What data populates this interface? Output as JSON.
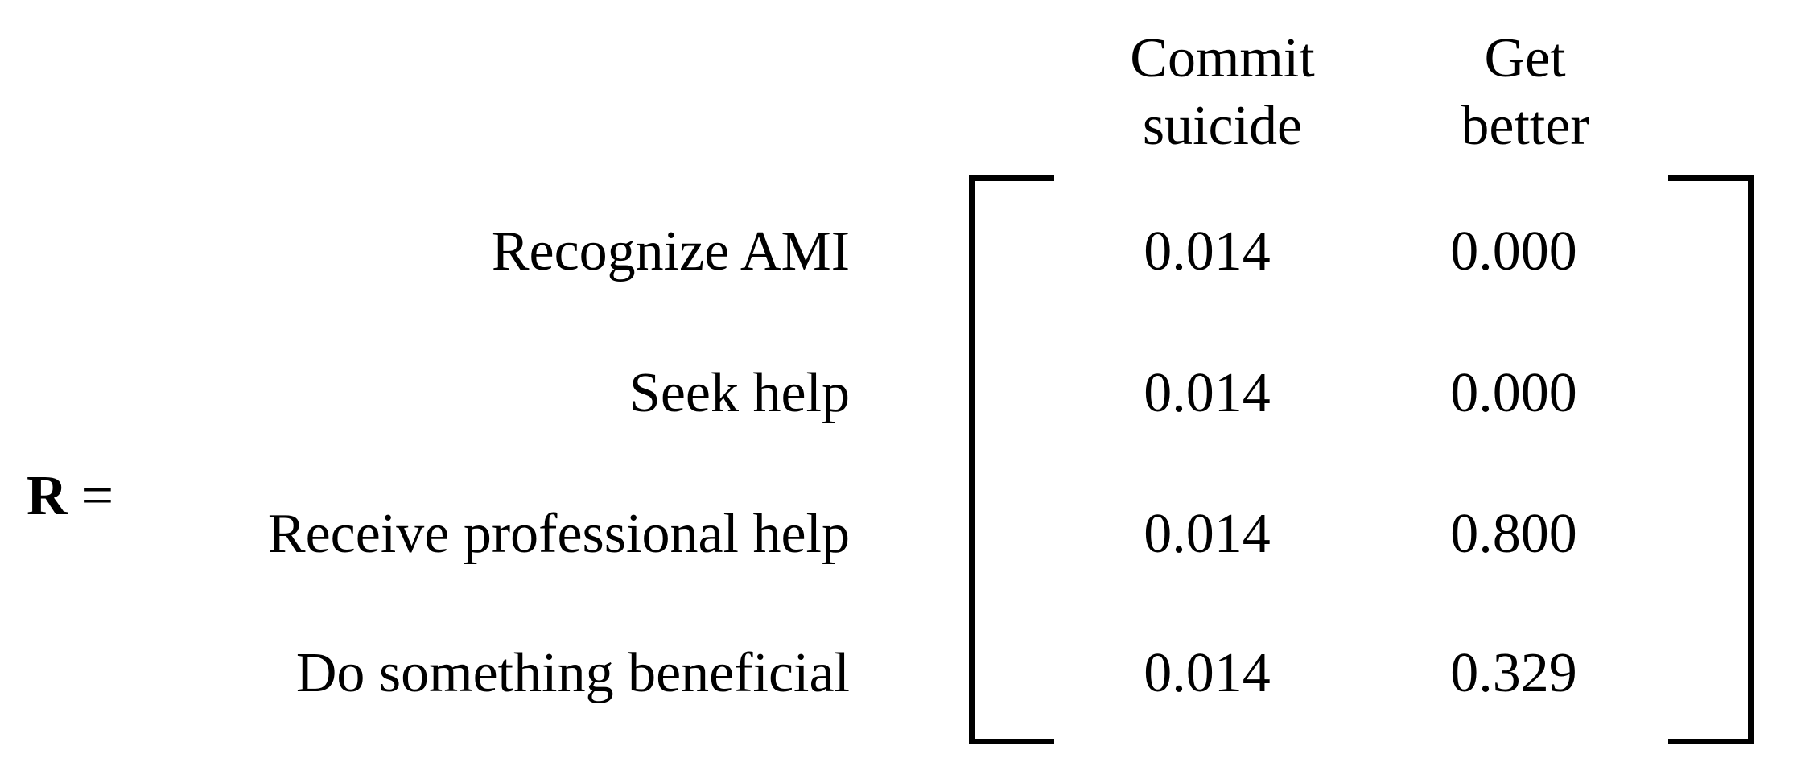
{
  "figure": {
    "type": "matrix-equation",
    "equation_symbol": "R",
    "equals_sign": "=",
    "matrix": {
      "column_headers": [
        {
          "line1": "Commit",
          "line2": "suicide"
        },
        {
          "line1": "Get",
          "line2": "better"
        }
      ],
      "rows": [
        {
          "label": "Recognize AMI",
          "values": [
            "0.014",
            "0.000"
          ]
        },
        {
          "label": "Seek help",
          "values": [
            "0.014",
            "0.000"
          ]
        },
        {
          "label": "Receive professional help",
          "values": [
            "0.014",
            "0.800"
          ]
        },
        {
          "label": "Do something beneficial",
          "values": [
            "0.014",
            "0.329"
          ]
        }
      ]
    },
    "colors": {
      "text": "#000000",
      "background": "#ffffff"
    }
  }
}
